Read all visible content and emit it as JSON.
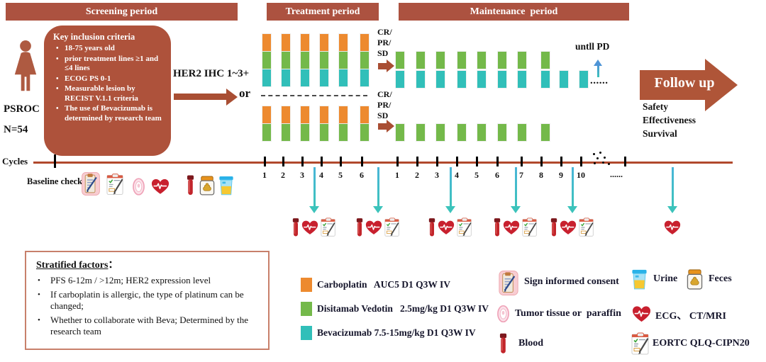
{
  "colors": {
    "brick": "#AC5240",
    "carboplatin": "#ED8A2F",
    "disitamab": "#74B94A",
    "bevacizumab": "#31BFB9",
    "timeline": "#B1492C",
    "arrow_teal_top": "#49B5D8",
    "arrow_teal_bottom": "#3CC3BB",
    "arrow_blue": "#4E94D6",
    "text_dark": "#101020"
  },
  "headers": {
    "screening": "Screening period",
    "treatment": "Treatment period",
    "maintenance": "Maintenance  period"
  },
  "patient": {
    "name": "PSROC",
    "n": "N=54"
  },
  "inclusion": {
    "title": "Key inclusion criteria",
    "items": [
      "18-75 years old",
      "prior treatment lines ≥1 and ≤4 lines",
      "ECOG PS 0-1",
      "Measurable lesion by RECIST V.1.1 criteria",
      "The use of Bevacizumab is determined by research team"
    ]
  },
  "her2": {
    "text": "HER2 IHC 1~3+",
    "or": "or"
  },
  "response_lines": [
    "CR/",
    "PR/",
    "SD"
  ],
  "maintenance_notes": {
    "until_pd": "untll PD",
    "dots": "......"
  },
  "followup": {
    "title": "Follow up",
    "outcomes": [
      "Safety",
      "Effectiveness",
      "Survival"
    ]
  },
  "timeline": {
    "cycles_label": "Cycles",
    "baseline_label": "Baseline check",
    "treatment_cycle_numbers": [
      "1",
      "2",
      "3",
      "4",
      "5",
      "6"
    ],
    "maintenance_cycle_numbers": [
      "1",
      "2",
      "3",
      "4",
      "5",
      "6",
      "7",
      "8",
      "9",
      "10"
    ],
    "tail_ellipsis": "......"
  },
  "baseline_icons": [
    "consent",
    "eortc",
    "tumor",
    "ecg",
    "blood",
    "feces",
    "urine"
  ],
  "assessments": [
    {
      "icons": [
        "blood",
        "ecg",
        "eortc"
      ]
    },
    {
      "icons": [
        "blood",
        "ecg",
        "eortc"
      ]
    },
    {
      "icons": [
        "blood",
        "ecg",
        "eortc"
      ]
    },
    {
      "icons": [
        "blood",
        "ecg",
        "eortc"
      ]
    },
    {
      "icons": [
        "blood",
        "ecg",
        "eortc"
      ]
    },
    {
      "icons": [
        "ecg"
      ]
    }
  ],
  "regimen": {
    "treatment_arms": [
      {
        "cycles": 6,
        "drugs": [
          "carboplatin",
          "disitamab",
          "bevacizumab"
        ]
      },
      {
        "cycles": 6,
        "drugs": [
          "carboplatin",
          "disitamab"
        ]
      }
    ],
    "maintenance_arms": [
      {
        "cycles": 8,
        "drugs": [
          "disitamab",
          "bevacizumab"
        ],
        "extra_cycles": 2,
        "extra_drugs": [
          "bevacizumab"
        ]
      },
      {
        "cycles": 8,
        "drugs": [
          "disitamab"
        ]
      }
    ]
  },
  "drug_legend": [
    {
      "drug": "carboplatin",
      "label": "Carboplatin   AUC5 D1 Q3W IV"
    },
    {
      "drug": "disitamab",
      "label": "Disitamab Vedotin   2.5mg/kg D1 Q3W IV"
    },
    {
      "drug": "bevacizumab",
      "label": "Bevacizumab 7.5-15mg/kg D1 Q3W IV"
    }
  ],
  "icon_legend": [
    {
      "icon": "consent",
      "label": "Sign informed consent"
    },
    {
      "icon": "urine",
      "label": "Urine"
    },
    {
      "icon": "feces",
      "label": "Feces"
    },
    {
      "icon": "tumor",
      "label": "Tumor tissue or  paraffin"
    },
    {
      "icon": "ecg",
      "label": "ECG、 CT/MRI"
    },
    {
      "icon": "blood",
      "label": "Blood"
    },
    {
      "icon": "eortc",
      "label": "EORTC QLQ-CIPN20"
    }
  ],
  "stratified": {
    "title": "Stratified factors",
    "colon": "：",
    "items": [
      "PFS 6-12m / >12m;  HER2 expression level",
      "If carboplatin is allergic, the type of platinum can be changed;",
      "Whether to collaborate with Beva; Determined by the research team"
    ]
  }
}
